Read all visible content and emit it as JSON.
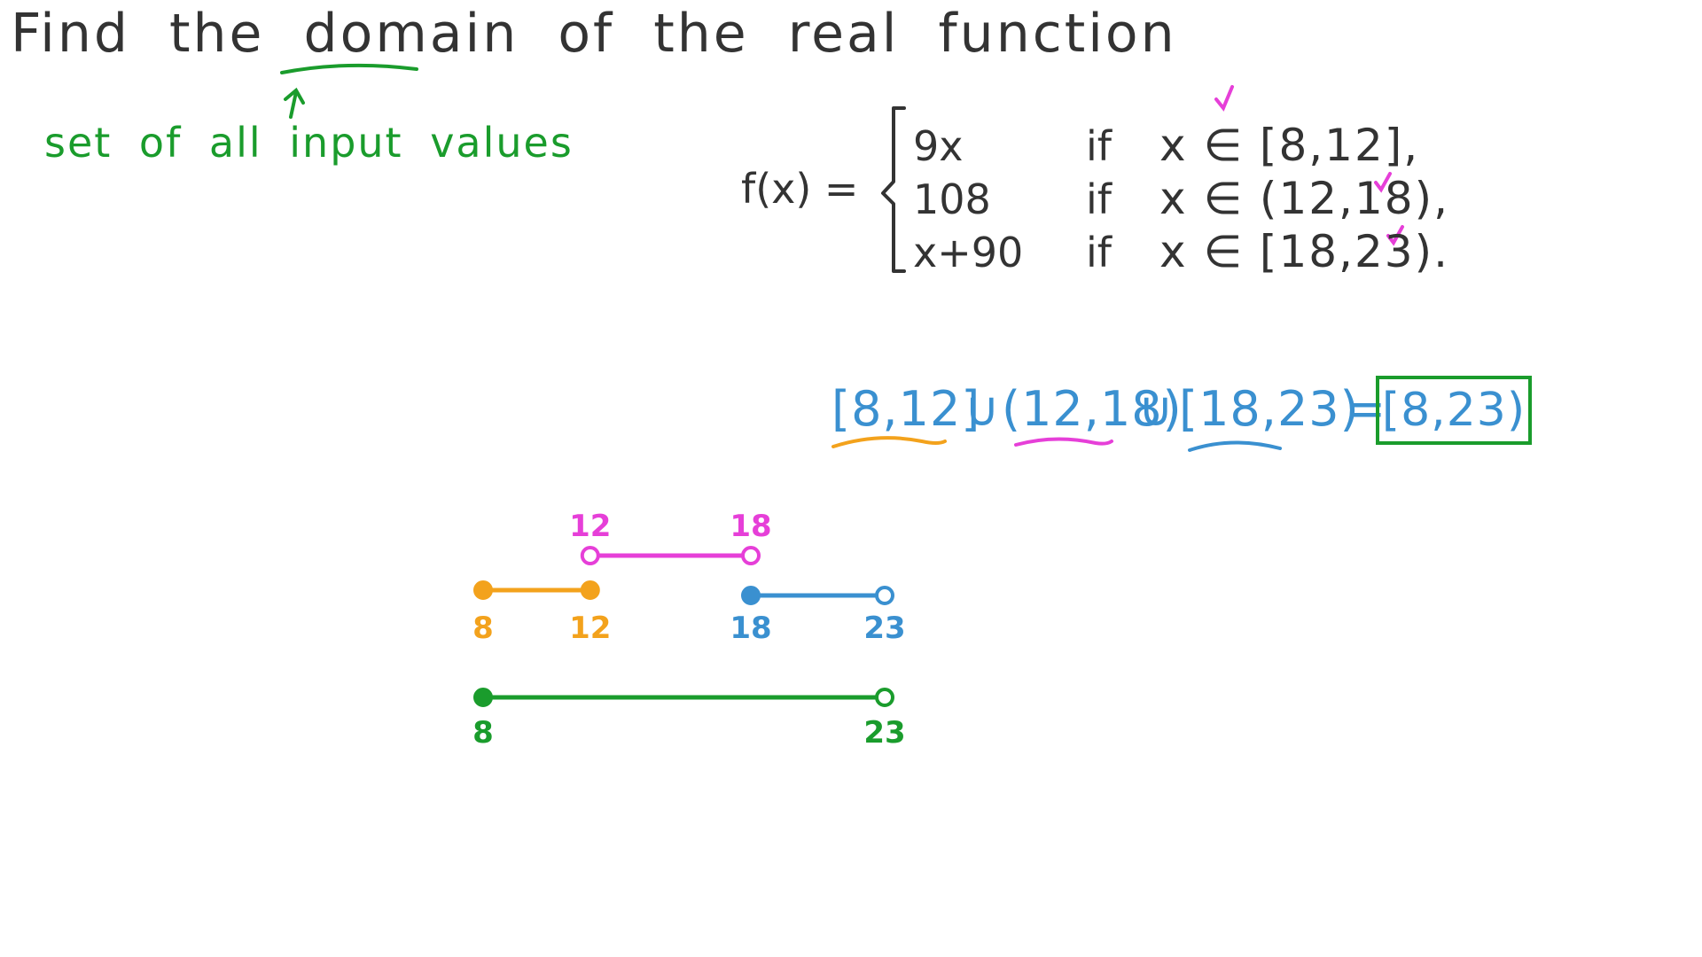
{
  "title": "Find the domain of the real function",
  "note": "set of all input values",
  "function": {
    "label": "f(x) =",
    "pieces": [
      {
        "expr": "9x",
        "if": "if",
        "domain": "x ∈ [8,12],"
      },
      {
        "expr": "108",
        "if": "if",
        "domain": "x ∈ (12,18),"
      },
      {
        "expr": "x+90",
        "if": "if",
        "domain": "x ∈ [18,23)."
      }
    ]
  },
  "union": {
    "parts": [
      "[8,12]",
      "∪",
      "(12,18)",
      "∪",
      "[18,23)",
      "="
    ],
    "result": "[8,23)"
  },
  "number_lines": [
    {
      "color": "#f3a21c",
      "start": 8,
      "end": 12,
      "start_closed": true,
      "end_closed": true,
      "labels": [
        "8",
        "12"
      ]
    },
    {
      "color": "#e63fd8",
      "start": 12,
      "end": 18,
      "start_closed": false,
      "end_closed": false,
      "labels": [
        "12",
        "18"
      ]
    },
    {
      "color": "#3a90d0",
      "start": 18,
      "end": 23,
      "start_closed": true,
      "end_closed": false,
      "labels": [
        "18",
        "23"
      ]
    },
    {
      "color": "#1a9c2c",
      "start": 8,
      "end": 23,
      "start_closed": true,
      "end_closed": false,
      "labels": [
        "8",
        "23"
      ]
    }
  ],
  "colors": {
    "text": "#333333",
    "green": "#1a9c2c",
    "orange": "#f3a21c",
    "magenta": "#e63fd8",
    "blue": "#3a90d0"
  }
}
